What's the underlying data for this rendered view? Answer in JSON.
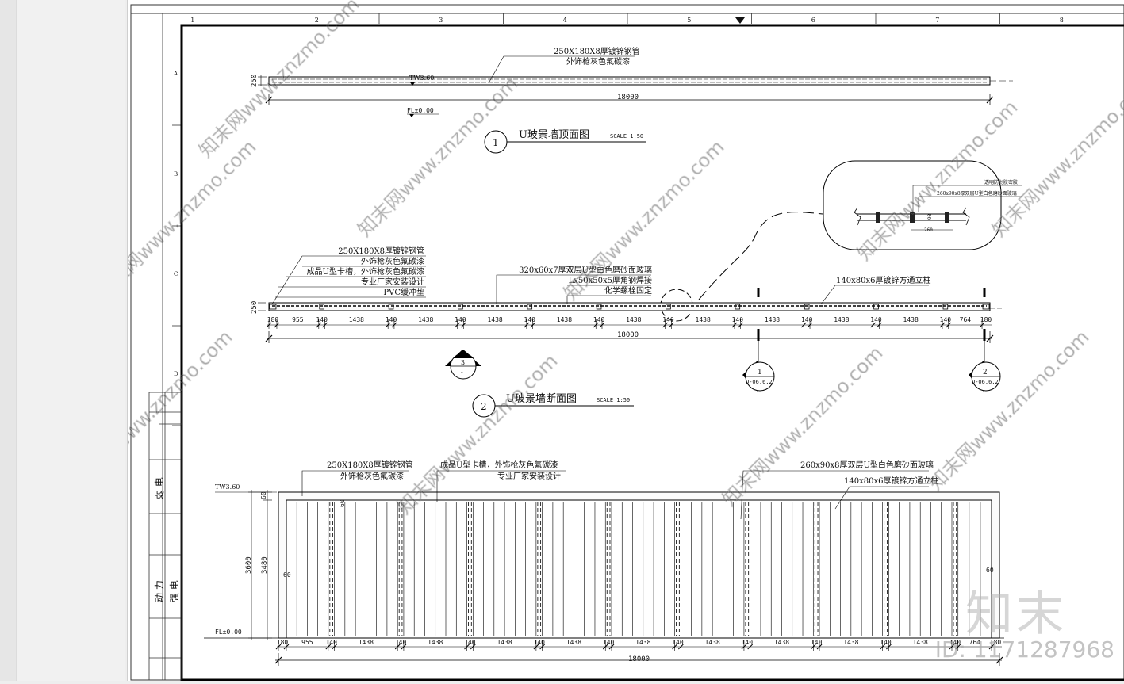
{
  "grid": {
    "columns": [
      "1",
      "2",
      "3",
      "4",
      "5",
      "6",
      "7",
      "8"
    ],
    "rows": [
      "A",
      "B",
      "C",
      "D"
    ]
  },
  "title_block": {
    "weak_current": "弱 电",
    "power": "动 力",
    "strong_current": "强 电"
  },
  "view1": {
    "callout_line1": "250X180X8厚镀锌钢管",
    "callout_line2": "外饰枪灰色氟碳漆",
    "height_dim": "250",
    "top_level": "TW3.60",
    "length_dim": "18000",
    "floor_level": "FL±0.00",
    "title_no": "1",
    "title": "U玻景墙顶面图",
    "scale": "SCALE 1:50"
  },
  "detail": {
    "label1": "透明防划胶密胶",
    "label2": "260x90x8厚双层U型白色磨砂面玻璃",
    "dim_small": "90",
    "dim_width": "260"
  },
  "view2": {
    "notes_left": [
      "250X180X8厚镀锌钢管",
      "外饰枪灰色氟碳漆",
      "成品U型卡槽，外饰枪灰色氟碳漆",
      "专业厂家安装设计",
      "PVC缓冲垫"
    ],
    "notes_mid": [
      "320x60x7厚双层U型白色磨砂面玻璃",
      "Lx50x50x5厚角钢焊接",
      "化学螺栓固定"
    ],
    "note_post": "140x80x6厚镀锌方通立柱",
    "height_dim": "250",
    "segments": [
      "180",
      "955",
      "140",
      "1438",
      "140",
      "1438",
      "140",
      "1438",
      "140",
      "1438",
      "140",
      "1438",
      "140",
      "1438",
      "140",
      "1438",
      "140",
      "1438",
      "140",
      "1438",
      "140",
      "764",
      "180"
    ],
    "length_dim": "18000",
    "section1_no": "1",
    "section1_ref": "U-06.6.2",
    "section2_no": "2",
    "section2_ref": "U-06.6.2",
    "marker_top": "3",
    "marker_bottom": "-",
    "title_no": "2",
    "title": "U玻景墙断面图",
    "scale": "SCALE 1:50"
  },
  "view3": {
    "note_a": [
      "250X180X8厚镀锌钢管",
      "外饰枪灰色氟碳漆"
    ],
    "note_b": [
      "成品U型卡槽，外饰枪灰色氟碳漆",
      "专业厂家安装设计"
    ],
    "note_c": "260x90x8厚双层U型白色磨砂面玻璃",
    "note_d": "140x80x6厚镀锌方通立柱",
    "top_level": "TW3.60",
    "floor_level": "FL±0.00",
    "dim_60": "60",
    "dim_total": "3600",
    "dim_inner": "3480",
    "segments": [
      "180",
      "955",
      "140",
      "1438",
      "140",
      "1438",
      "140",
      "1438",
      "140",
      "1438",
      "140",
      "1438",
      "140",
      "1438",
      "140",
      "1438",
      "140",
      "1438",
      "140",
      "1438",
      "140",
      "764",
      "180"
    ],
    "length_dim": "18000"
  },
  "watermark": {
    "text": "知末网www.znzmo.com",
    "logo": "知末",
    "id": "ID: 1171287968"
  }
}
